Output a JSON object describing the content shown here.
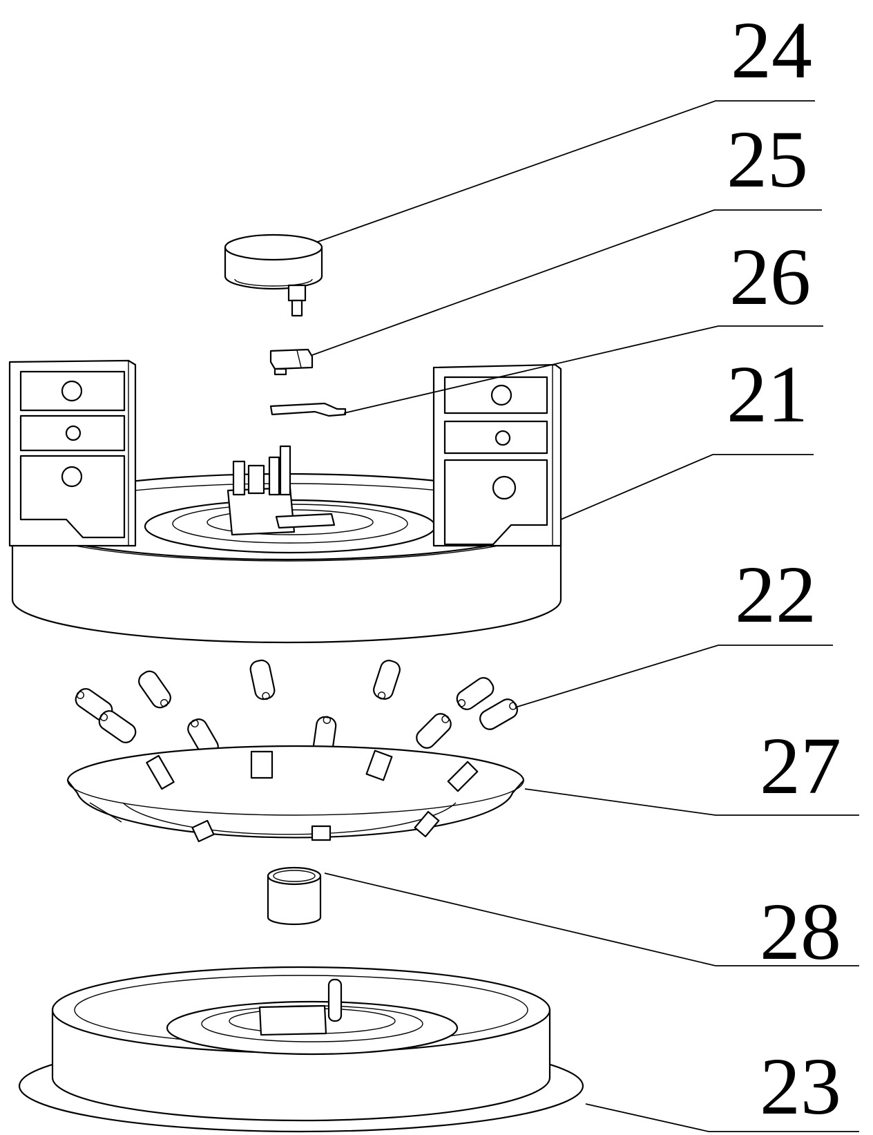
{
  "labels": {
    "l24": "24",
    "l25": "25",
    "l26": "26",
    "l21": "21",
    "l22": "22",
    "l27": "27",
    "l28": "28",
    "l23": "23"
  },
  "colors": {
    "line": "#000000",
    "background": "#ffffff"
  }
}
